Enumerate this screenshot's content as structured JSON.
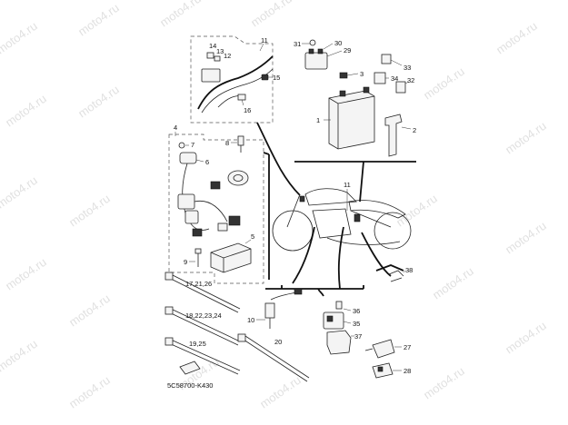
{
  "watermark": "moto4.ru",
  "diagram_code": "5C58700-K430",
  "callouts": {
    "c1": "1",
    "c2": "2",
    "c3": "3",
    "c4": "4",
    "c5": "5",
    "c6": "6",
    "c7": "7",
    "c8": "8",
    "c9": "9",
    "c10": "10",
    "c11a": "11",
    "c11b": "11",
    "c12": "12",
    "c13": "13",
    "c14": "14",
    "c15": "15",
    "c16": "16",
    "c17": "17,21,26",
    "c18": "18,22,23,24",
    "c19": "19,25",
    "c20": "20",
    "c27": "27",
    "c28": "28",
    "c29": "29",
    "c30": "30",
    "c31": "31",
    "c32": "32",
    "c33": "33",
    "c34": "34",
    "c35": "35",
    "c36": "36",
    "c37": "37",
    "c38": "38"
  },
  "colors": {
    "line": "#222222",
    "watermark": "#c8c8c8"
  }
}
